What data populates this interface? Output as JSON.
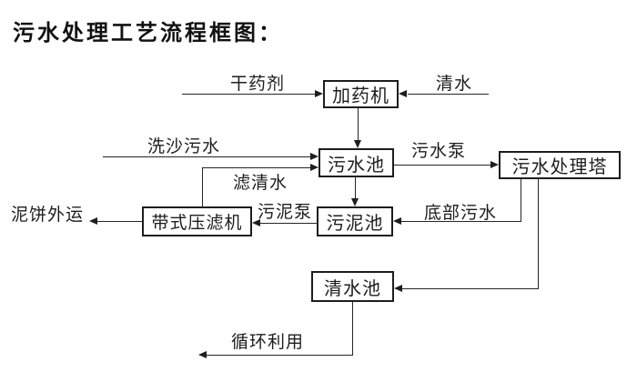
{
  "title": "污水处理工艺流程框图：",
  "colors": {
    "ink": "#1d1d1d",
    "background": "#ffffff"
  },
  "nodes": {
    "dosing_machine": {
      "label": "加药机"
    },
    "sewage_pool": {
      "label": "污水池"
    },
    "treatment_tower": {
      "label": "污水处理塔"
    },
    "sludge_pool": {
      "label": "污泥池"
    },
    "belt_filter_press": {
      "label": "带式压滤机"
    },
    "clear_water_pool": {
      "label": "清水池"
    }
  },
  "edge_labels": {
    "dry_agent": "干药剂",
    "clear_water": "清水",
    "sand_washing_sewage": "洗沙污水",
    "sewage_pump": "污水泵",
    "filtered_water": "滤清水",
    "sludge_pump": "污泥泵",
    "bottom_sewage": "底部污水",
    "mud_cake_out": "泥饼外运",
    "recycle_use": "循环利用"
  }
}
